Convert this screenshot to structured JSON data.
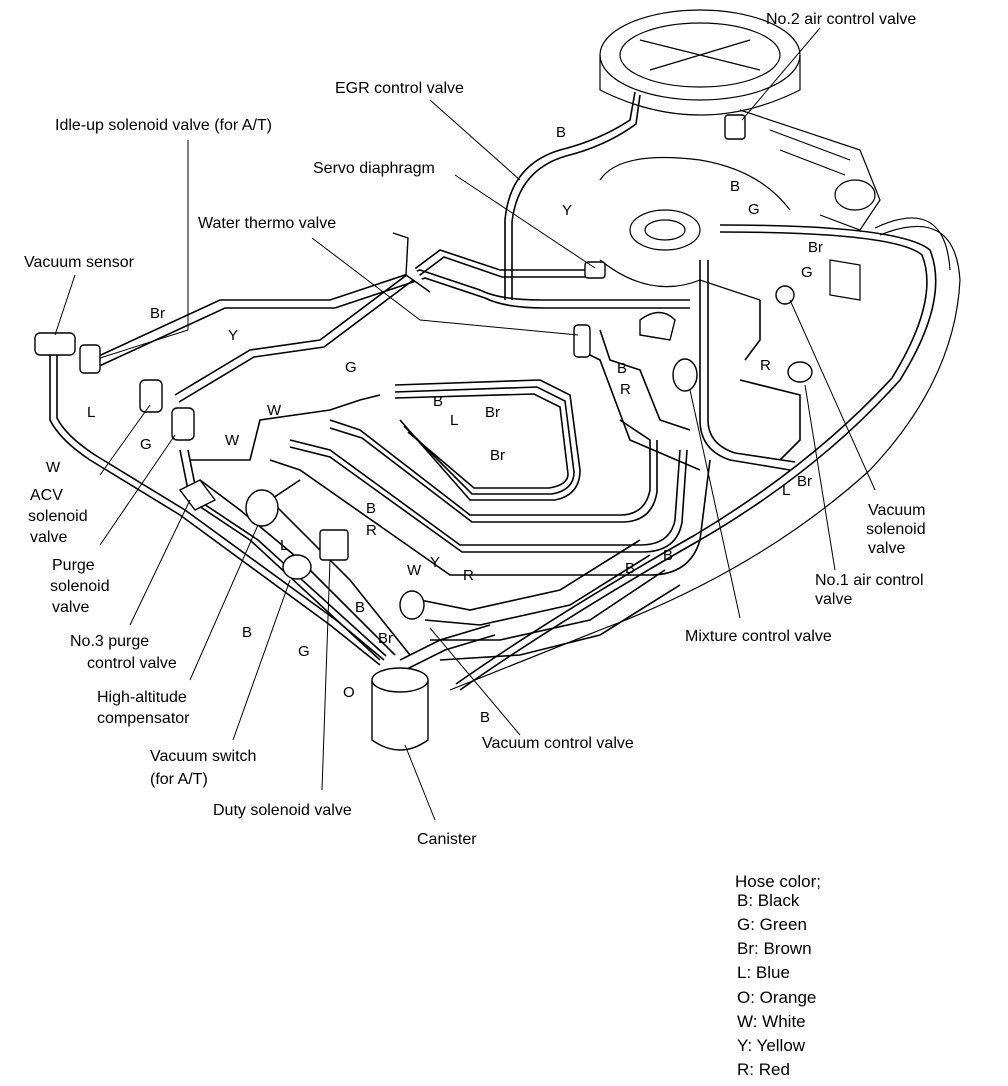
{
  "labels": {
    "no2_air_control_valve": "No.2 air control valve",
    "egr_control_valve": "EGR control valve",
    "idle_up_solenoid_valve": "Idle-up solenoid valve (for A/T)",
    "servo_diaphragm": "Servo diaphragm",
    "water_thermo_valve": "Water thermo valve",
    "vacuum_sensor": "Vacuum sensor",
    "acv_solenoid_valve": [
      "ACV",
      "solenoid",
      "valve"
    ],
    "purge_solenoid_valve": [
      "Purge",
      "solenoid",
      "valve"
    ],
    "no3_purge_control_valve": [
      "No.3 purge",
      "control valve"
    ],
    "high_altitude_compensator": [
      "High-altitude",
      "compensator"
    ],
    "vacuum_switch": [
      "Vacuum switch",
      "(for A/T)"
    ],
    "duty_solenoid_valve": "Duty solenoid valve",
    "canister": "Canister",
    "vacuum_control_valve": "Vacuum control valve",
    "mixture_control_valve": "Mixture control valve",
    "no1_air_control_valve": [
      "No.1 air control",
      "valve"
    ],
    "vacuum_solenoid_valve": [
      "Vacuum",
      "solenoid",
      "valve"
    ]
  },
  "hose_codes": {
    "b_top": "B",
    "y_top": "Y",
    "b_right1": "B",
    "g_right1": "G",
    "br_right1": "Br",
    "g_right2": "G",
    "br_left": "Br",
    "y_left": "Y",
    "g_mid": "G",
    "l_left": "L",
    "g_left": "G",
    "w_left1": "W",
    "w_left2": "W",
    "w_far_left": "W",
    "b_center": "B",
    "l_center": "L",
    "br_center1": "Br",
    "br_center2": "Br",
    "b_mid": "B",
    "r_mid": "R",
    "r_right": "R",
    "b_right_mid": "B",
    "l_right": "L",
    "br_right2": "Br",
    "b_duty1": "B",
    "r_duty": "R",
    "l_duty": "L",
    "w_bottom": "W",
    "y_bottom": "Y",
    "r_bottom": "R",
    "b_bottom1": "B",
    "b_bottom2": "B",
    "b_bottom3": "B",
    "g_bottom": "G",
    "br_bottom": "Br",
    "o_bottom": "O",
    "b_canister": "B"
  },
  "legend": {
    "title": "Hose color;",
    "items": [
      "B: Black",
      "G: Green",
      "Br: Brown",
      "L: Blue",
      "O: Orange",
      "W: White",
      "Y: Yellow",
      "R: Red"
    ]
  }
}
